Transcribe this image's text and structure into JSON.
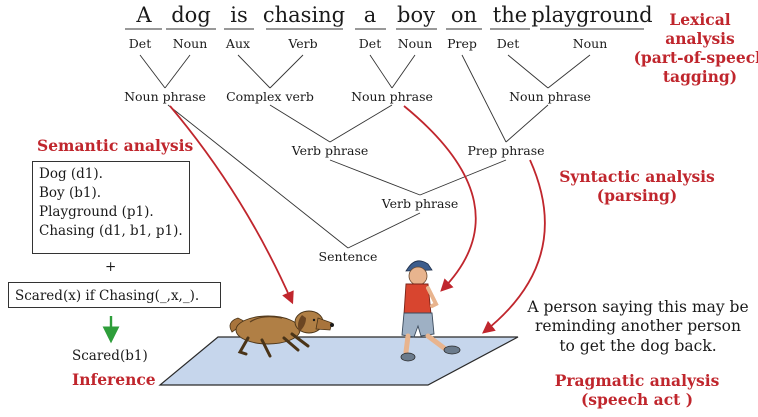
{
  "words": [
    "A",
    "dog",
    "is",
    "chasing",
    "a",
    "boy",
    "on",
    "the",
    "playground"
  ],
  "pos_tags": [
    "Det",
    "Noun",
    "Aux",
    "Verb",
    "Det",
    "Noun",
    "Prep",
    "Det",
    "Noun"
  ],
  "phrases": {
    "np1": "Noun phrase",
    "complex_verb": "Complex verb",
    "np2": "Noun phrase",
    "np3": "Noun phrase",
    "verb_phrase_inner": "Verb phrase",
    "prep_phrase": "Prep phrase",
    "verb_phrase_outer": "Verb phrase",
    "sentence": "Sentence"
  },
  "labels": {
    "lexical": [
      "Lexical",
      "analysis",
      "(part-of-speech",
      "tagging)"
    ],
    "semantic": "Semantic analysis",
    "syntactic": [
      "Syntactic analysis",
      "(parsing)"
    ],
    "inference": "Inference",
    "pragmatic": [
      "Pragmatic analysis",
      "(speech act )"
    ]
  },
  "semantic_facts": [
    "Dog (d1).",
    "Boy (b1).",
    "Playground (p1).",
    "Chasing (d1, b1, p1)."
  ],
  "plus": "+",
  "rule": "Scared(x) if Chasing(_,x,_).",
  "inferred": "Scared(b1)",
  "speech_act": [
    "A person saying this may be",
    "reminding another person",
    "to get the dog back."
  ],
  "colors": {
    "accent_red": "#c0262d",
    "arrow_green": "#2e9e3a",
    "playground_blue": "#c6d6ec",
    "text": "#1a1a1a"
  }
}
